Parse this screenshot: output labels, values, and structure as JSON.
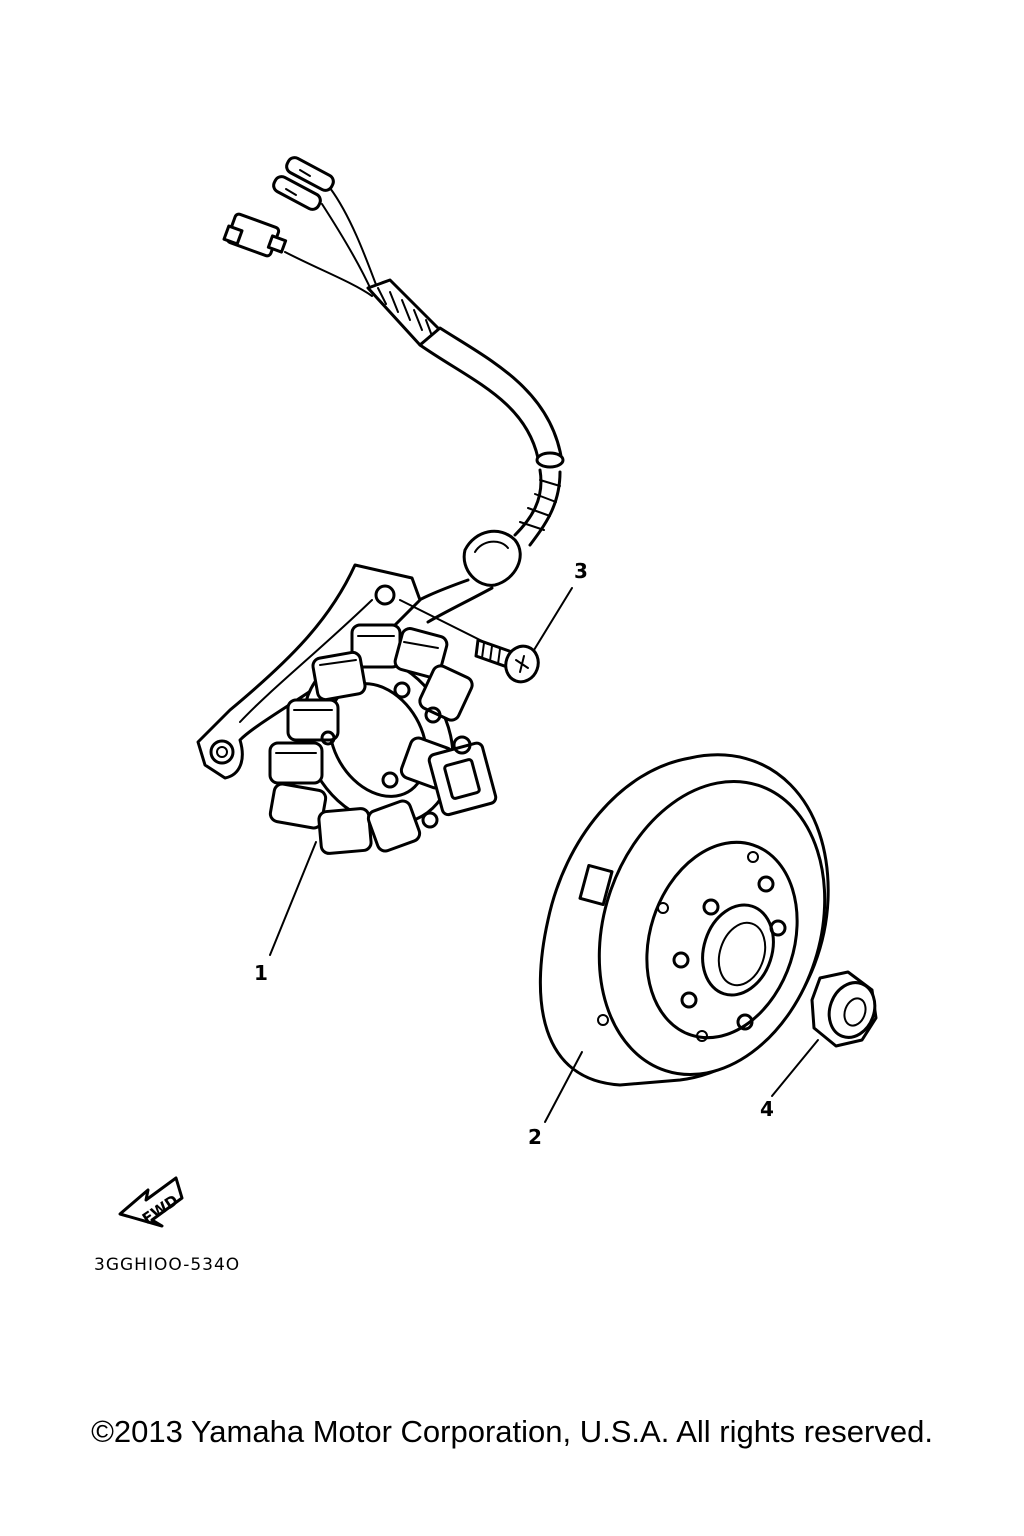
{
  "diagram": {
    "parts": [
      {
        "ref": "1",
        "part": "stator"
      },
      {
        "ref": "2",
        "part": "rotor"
      },
      {
        "ref": "3",
        "part": "screw"
      },
      {
        "ref": "4",
        "part": "nut"
      }
    ],
    "direction_badge": "FWD",
    "drawing_code": "3GGHIOO-534O"
  },
  "footer": {
    "copyright": "©2013 Yamaha Motor Corporation, U.S.A. All rights reserved."
  }
}
